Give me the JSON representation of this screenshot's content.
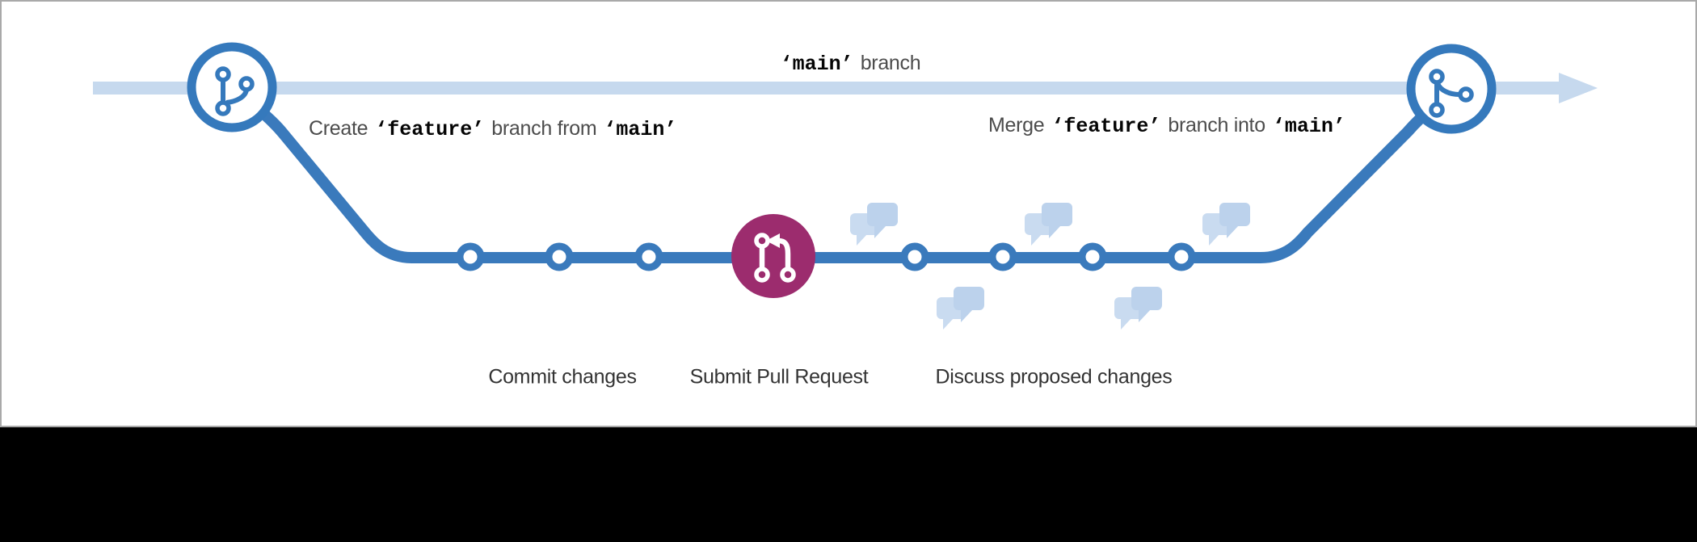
{
  "diagram_kind": "github-flow-branch-diagram",
  "labels": {
    "main_branch": {
      "code": "‘main’",
      "suffix": "branch"
    },
    "create": {
      "prefix": "Create",
      "code_feature": "‘feature’",
      "middle": "branch from",
      "code_main": "‘main’"
    },
    "merge": {
      "prefix": "Merge",
      "code_feature": "‘feature’",
      "middle": "branch into",
      "code_main": "‘main’"
    }
  },
  "captions": {
    "commit": "Commit changes",
    "submit_pr": "Submit Pull Request",
    "discuss": "Discuss proposed changes"
  },
  "icons": {
    "left_node": "git-branch-icon",
    "right_node": "git-merge-icon",
    "center_node": "pull-request-icon",
    "discussion": "discussion-bubbles-icon",
    "main_line_end": "arrow-right-icon"
  },
  "counts": {
    "commit_dots_before_pr": 3,
    "commit_dots_after_pr": 4,
    "discussion_bubbles_above": 3,
    "discussion_bubbles_below": 2
  },
  "colors": {
    "feature_branch_blue": "#3a7abc",
    "node_ring_blue": "#3579bc",
    "main_branch_light_blue": "#c6d9ee",
    "bubble_light_blue_front": "#bcd2ec",
    "bubble_light_blue_back": "#c9dbf0",
    "pull_request_magenta": "#9c2c6e",
    "text_dark": "#050505",
    "text_gray": "#4c4c4c",
    "panel_border_gray": "#a9a9a9",
    "bottom_bar_black": "#000000",
    "background_white": "#ffffff"
  }
}
